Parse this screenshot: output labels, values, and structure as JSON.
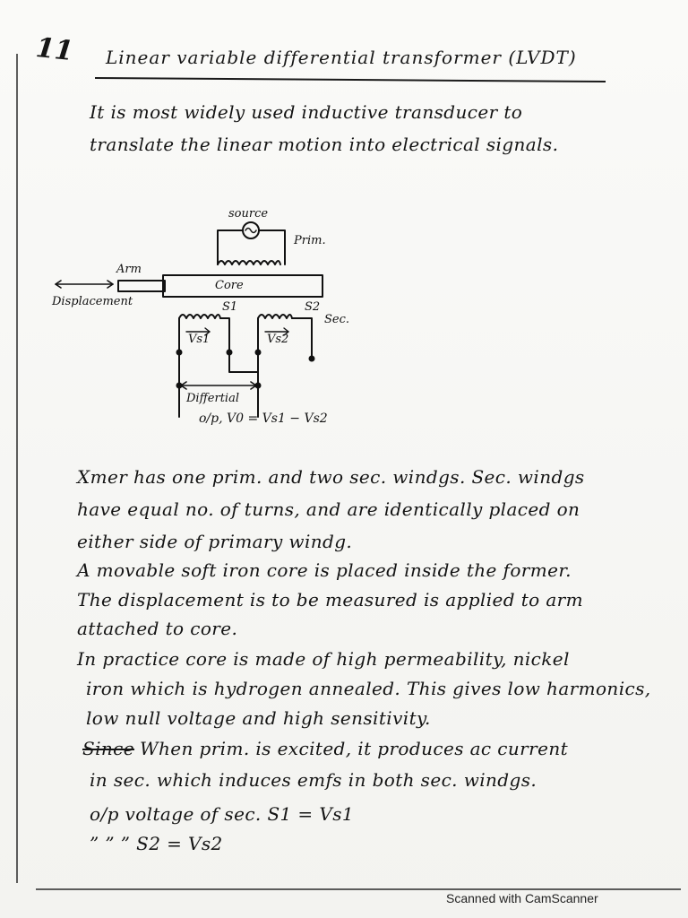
{
  "page_number": "11",
  "title": "Linear variable differential transformer (LVDT)",
  "intro": [
    "It is most widely used inductive transducer to",
    "translate the linear motion into electrical signals."
  ],
  "diagram": {
    "source": "source",
    "prim": "Prim.",
    "arm": "Arm",
    "displacement": "Displacement",
    "core": "Core",
    "s1": "S1",
    "s2": "S2",
    "sec": "Sec.",
    "vs1": "Vs1",
    "vs2": "Vs2",
    "differential": "Differtial",
    "output": "o/p,   V0 = Vs1 − Vs2"
  },
  "body_lines": [
    "Xmer has one prim. and two sec. windgs. Sec. windgs",
    "have equal no. of turns, and are identically placed on",
    "either side of primary windg.",
    "A movable soft iron core is placed inside the former.",
    "The displacement is to be measured is applied to arm",
    "attached to core.",
    "In practice core is made of high permeability, nickel",
    "iron which is hydrogen annealed. This gives low harmonics,",
    "low null voltage and high sensitivity.",
    "When prim. is excited, it produces ac current",
    "in sec. which induces emfs in both sec. windgs.",
    "o/p voltage of sec. S1 = Vs1",
    "”      ”     ”     S2 = Vs2"
  ],
  "struck_word": "Since",
  "footer": "Scanned with CamScanner"
}
